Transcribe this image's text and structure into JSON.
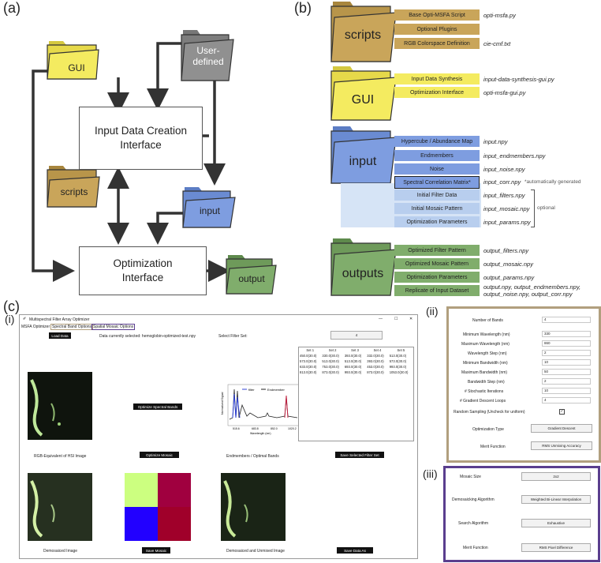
{
  "panel_a": {
    "label": "(a)",
    "gui": "GUI",
    "user_defined": "User-\ndefined",
    "scripts": "scripts",
    "input": "input",
    "output": "output",
    "creation_box": "Input Data Creation\nInterface",
    "optimization_box": "Optimization\nInterface"
  },
  "panel_b": {
    "label": "(b)",
    "folders": {
      "scripts": "scripts",
      "gui": "GUI",
      "input": "input",
      "outputs": "outputs"
    },
    "scripts_items": [
      {
        "tag": "Base Opti-MSFA Script",
        "file": "opti-msfa.py"
      },
      {
        "tag": "Optional Plugins",
        "file": ""
      },
      {
        "tag": "RGB Colorspace Definition",
        "file": "cie-cmf.txt"
      }
    ],
    "gui_items": [
      {
        "tag": "Input Data Synthesis",
        "file": "input-data-synthesis-gui.py"
      },
      {
        "tag": "Optimization Interface",
        "file": "opti-msfa-gui.py"
      }
    ],
    "input_items": [
      {
        "tag": "Hypercube / Abundance Map",
        "file": "input.npy"
      },
      {
        "tag": "Endmembers",
        "file": "input_endmembers.npy"
      },
      {
        "tag": "Noise",
        "file": "input_noise.npy"
      },
      {
        "tag": "Spectral Correlation Matrix*",
        "file": "input_corr.npy"
      }
    ],
    "auto_note": "*automatically generated",
    "optional_items": [
      {
        "tag": "Initial Filter Data",
        "file": "input_filters.npy"
      },
      {
        "tag": "Initial Mosaic Pattern",
        "file": "input_mosaic.npy"
      },
      {
        "tag": "Optimization Parameters",
        "file": "input_params.npy"
      }
    ],
    "optional_note": "optional",
    "output_items": [
      {
        "tag": "Optimized Filter Pattern",
        "file": "output_filters.npy"
      },
      {
        "tag": "Optimized Mosaic Pattern",
        "file": "output_mosaic.npy"
      },
      {
        "tag": "Optimization Parameters",
        "file": "output_params.npy"
      },
      {
        "tag": "Replicate of Input Dataset",
        "file": "output.npy, output_endmembers.npy,\noutput_noise.npy, output_corr.npy"
      }
    ]
  },
  "panel_c": {
    "label": "(c)",
    "sub_i": "(i)",
    "sub_ii": "(ii)",
    "sub_iii": "(iii)",
    "window_title": "Multispectral Filter Array Optimizer",
    "window_controls": [
      "—",
      "☐",
      "✕"
    ],
    "tabs": [
      "MSFA Optimizer",
      "Spectral Band Options",
      "Spatial Mosaic Options"
    ],
    "load_data": "Load Data",
    "current_file": "Data currently selected: hemoglobin-optimized-test.npy",
    "select_filter_set": "Select Filter Set:",
    "filter_set_value": "4",
    "optimize_spectral": "Optimize Spectral Bands",
    "optimize_mosaic": "Optimize Mosaic",
    "rgb_equiv": "RGB-Equivalent of HSI Image",
    "endmembers_label": "Endmembers / Optimal Bands",
    "save_filter_set": "Save Selected Filter Set",
    "demosaiced": "Demosaiced Image",
    "save_mosaic": "Save Mosaic",
    "demosaiced_unmixed": "Demosaiced and Unmixed Image",
    "save_data_as": "Save Data As",
    "plot_legend": [
      "filter",
      "Endmember"
    ],
    "plot_ylabel": "Normalized Signal",
    "plot_xlabel": "Wavelength (nm)",
    "plot_xticks": [
      "515.6",
      "683.8",
      "852.0",
      "1020.2"
    ],
    "table_headers": [
      "Set 1",
      "Set 2",
      "Set 3",
      "Set 4",
      "Set 5"
    ],
    "table_rows": [
      [
        "450.0(30.0)",
        "330.0(30.0)",
        "393.0(30.0)",
        "332.0(30.0)",
        "513.0(30.0)"
      ],
      [
        "573.0(30.0)",
        "513.0(30.0)",
        "513.0(30.0)",
        "393.0(30.0)",
        "573.0(30.0)"
      ],
      [
        "633.0(30.0)",
        "753.0(30.0)",
        "693.0(30.0)",
        "453.0(30.0)",
        "993.0(30.0)"
      ],
      [
        "813.0(30.0)",
        "873.0(30.0)",
        "993.0(30.0)",
        "873.0(30.0)",
        "1053.0(30.0)"
      ]
    ],
    "mosaic_colors": [
      "#ccff80",
      "#a0003f",
      "#2200ff",
      "#a0002a"
    ],
    "spectral_form": [
      {
        "label": "Number of Bands",
        "value": "4"
      },
      {
        "label": "Minimum Wavelength (nm)",
        "value": "330"
      },
      {
        "label": "Maximum Wavelength (nm)",
        "value": "860"
      },
      {
        "label": "Wavelength Step (nm)",
        "value": "2"
      },
      {
        "label": "Minimum Bandwidth (nm)",
        "value": "10"
      },
      {
        "label": "Maximum Bandwidth (nm)",
        "value": "50"
      },
      {
        "label": "Bandwidth Step (nm)",
        "value": "2"
      },
      {
        "label": "# Stochastic Iterations",
        "value": "10"
      },
      {
        "label": "# Gradient Descent Loops",
        "value": "4"
      }
    ],
    "random_sampling": "Random Sampling (Uncheck for uniform)",
    "optimization_type_label": "Optimization Type",
    "optimization_type_value": "Gradient Descent",
    "merit_label": "Merit Function",
    "merit_value": "RMS Unmixing Accuracy",
    "mosaic_form": [
      {
        "label": "Mosaic Size",
        "value": "2x2"
      },
      {
        "label": "Demosaicking Algorithm",
        "value": "Weighted Bi-Linear Interpolation"
      },
      {
        "label": "Search Algorithm",
        "value": "Exhaustive"
      },
      {
        "label": "Merit Function",
        "value": "RMS Pixel Difference"
      }
    ],
    "colors": {
      "tan_border": "#b19f7e",
      "purple_border": "#5a3e8e"
    }
  }
}
